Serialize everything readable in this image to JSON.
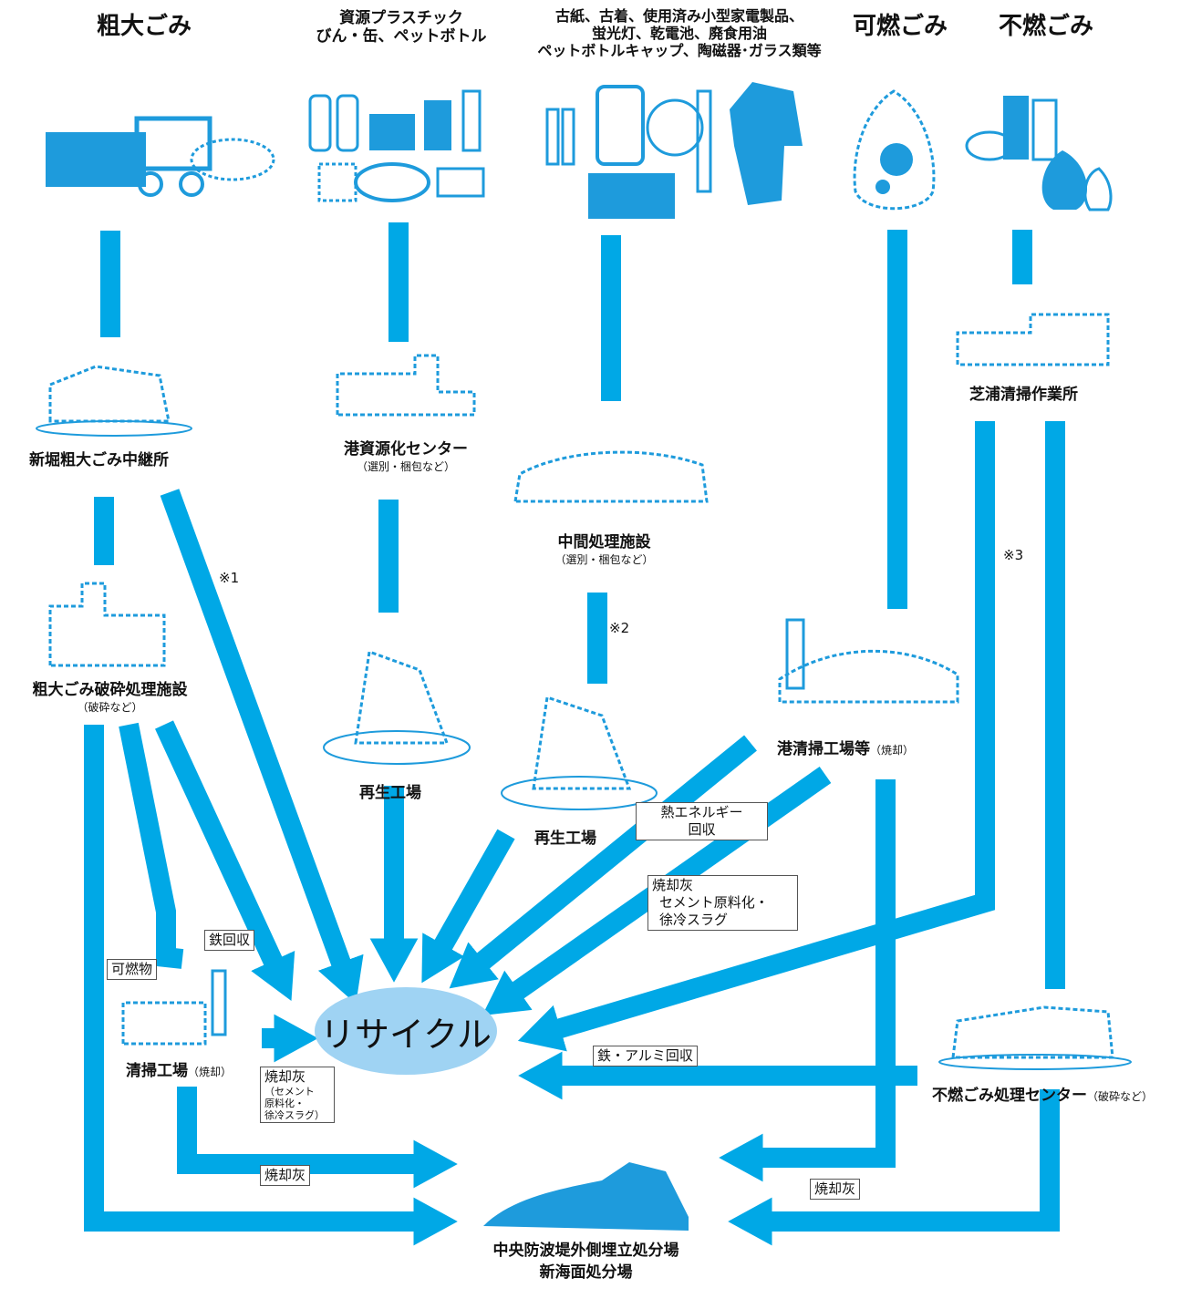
{
  "colors": {
    "arrow": "#00a8e6",
    "illustration": "#1e9bdc",
    "center_fill": "#9fd3f3"
  },
  "headers": {
    "oversized": "粗大ごみ",
    "resources_line1": "資源プラスチック",
    "resources_line2": "びん・缶、ペットボトル",
    "misc_line1": "古紙、古着、使用済み小型家電製品、",
    "misc_line2": "蛍光灯、乾電池、廃食用油",
    "misc_line3": "ペットボトルキャップ、陶磁器･ガラス類等",
    "burnable": "可燃ごみ",
    "nonburnable": "不燃ごみ"
  },
  "facilities": {
    "shinbori": "新堀粗大ごみ中継所",
    "crushing": "粗大ごみ破砕処理施設",
    "crushing_sub": "（破砕など）",
    "minato_resource": "港資源化センター",
    "minato_resource_sub": "（選別・梱包など）",
    "intermediate": "中間処理施設",
    "intermediate_sub": "（選別・梱包など）",
    "shibaura": "芝浦清掃作業所",
    "recycle_plant_1": "再生工場",
    "recycle_plant_2": "再生工場",
    "minato_incinerator": "港清掃工場等",
    "minato_incinerator_sub": "（焼却）",
    "incinerator": "清掃工場",
    "incinerator_sub": "（焼却）",
    "nonburnable_center": "不燃ごみ処理センター",
    "nonburnable_center_sub": "（破砕など）",
    "landfill_line1": "中央防波堤外側埋立処分場",
    "landfill_line2": "新海面処分場"
  },
  "center": {
    "label": "リサイクル"
  },
  "notes": {
    "n1": "※1",
    "n2": "※2",
    "n3": "※3"
  },
  "labels": {
    "combustibles": "可燃物",
    "iron_recovery": "鉄回収",
    "heat_line1": "熱エネルギー",
    "heat_line2": "回収",
    "ash_cement_title": "焼却灰",
    "ash_cement_line1": "セメント原料化・",
    "ash_cement_line2": "徐冷スラグ",
    "ash_small_title": "焼却灰",
    "ash_small_line1": "（セメント",
    "ash_small_line2": "原料化・",
    "ash_small_line3": "徐冷スラグ）",
    "ash_left": "焼却灰",
    "ash_right": "焼却灰",
    "iron_aluminum": "鉄・アルミ回収"
  }
}
